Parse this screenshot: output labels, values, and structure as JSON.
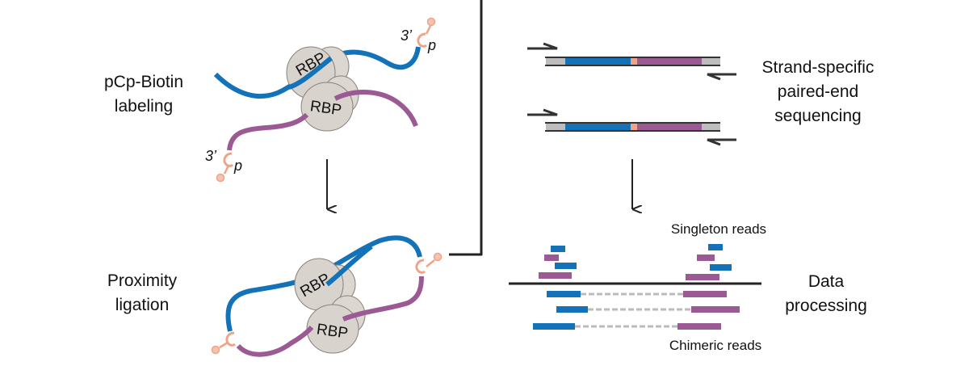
{
  "colors": {
    "rna_blue": "#1472b8",
    "rna_purple": "#9b5a94",
    "biotin_peach": "#f0a387",
    "rbp_fill": "#d8d3cd",
    "adapter_gray": "#bdbdbd",
    "line_dark": "#222222",
    "dash_gray": "#bbbbbb"
  },
  "steps": {
    "labeling": {
      "line1": "pCp-Biotin",
      "line2": "labeling"
    },
    "ligation": {
      "line1": "Proximity",
      "line2": "ligation"
    },
    "sequencing": {
      "line1": "Strand-specific",
      "line2": "paired-end",
      "line3": "sequencing"
    },
    "processing": {
      "line1": "Data",
      "line2": "processing"
    }
  },
  "molecules": {
    "rbp_label": "RBP",
    "three_prime": "3’",
    "phosphate": "p"
  },
  "reads": {
    "singleton_label": "Singleton reads",
    "chimeric_label": "Chimeric reads"
  },
  "icons": {
    "down_arrow_labeling": "down-arrow-icon",
    "down_arrow_sequencing": "down-arrow-icon",
    "primer_forward": "half-arrow-right-icon",
    "primer_reverse": "half-arrow-left-icon"
  }
}
